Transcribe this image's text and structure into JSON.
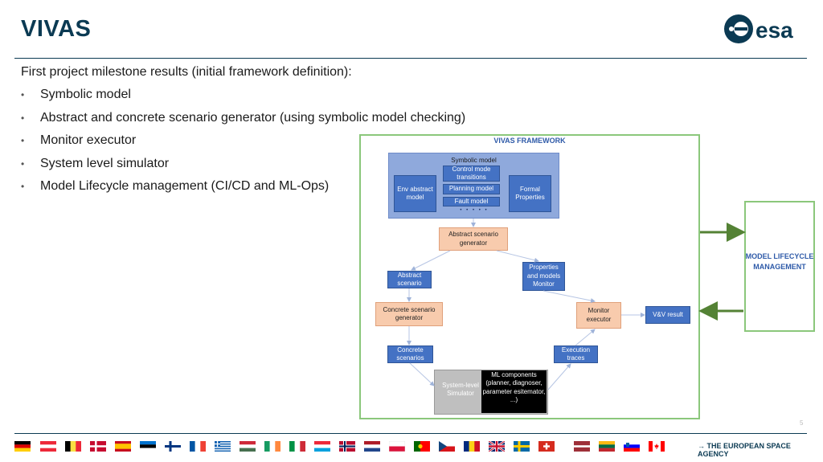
{
  "header": {
    "title": "VIVAS",
    "logo_text": "esa"
  },
  "content": {
    "intro": "First project milestone results (initial framework definition):",
    "bullets": [
      "Symbolic model",
      "Abstract and concrete scenario generator (using symbolic model checking)",
      "Monitor executor",
      "System level simulator",
      "Model Lifecycle management (CI/CD and ML-Ops)"
    ]
  },
  "diagram": {
    "framework_title": "VIVAS FRAMEWORK",
    "symbolic_model": "Symbolic model",
    "env_model": "Env abstract model",
    "control_mode": "Control mode transitions",
    "planning_model": "Planning model",
    "fault_model": "Fault model",
    "dots": "• • • • •",
    "formal_properties": "Formal Properties",
    "abstract_generator": "Abstract scenario generator",
    "abstract_scenario": "Abstract scenario",
    "properties_monitor": "Properties and models Monitor",
    "concrete_generator": "Concrete scenario generator",
    "monitor_executor": "Monitor executor",
    "vv_result": "V&V result",
    "concrete_scenarios": "Concrete scenarios",
    "execution_traces": "Execution traces",
    "simulator": "System-level Simulator",
    "ml_components": "ML components (planner, diagnoser, parameter esitemator, ...)",
    "lifecycle": "MODEL LIFECYCLE MANAGEMENT",
    "colors": {
      "blue": "#4472c4",
      "orange": "#f8cbad",
      "green_frame": "#8bc77b",
      "arrow_green": "#548235"
    }
  },
  "footer": {
    "agency": "→ THE EUROPEAN SPACE AGENCY",
    "page_number": "5",
    "flags": [
      "germany-flag",
      "austria-flag",
      "belgium-flag",
      "denmark-flag",
      "spain-flag",
      "estonia-flag",
      "finland-flag",
      "france-flag",
      "greece-flag",
      "hungary-flag",
      "ireland-flag",
      "italy-flag",
      "luxembourg-flag",
      "norway-flag",
      "netherlands-flag",
      "poland-flag",
      "portugal-flag",
      "czech-flag",
      "romania-flag",
      "uk-flag",
      "sweden-flag",
      "switzerland-flag",
      "latvia-flag",
      "lithuania-flag",
      "slovenia-flag",
      "canada-flag"
    ]
  }
}
